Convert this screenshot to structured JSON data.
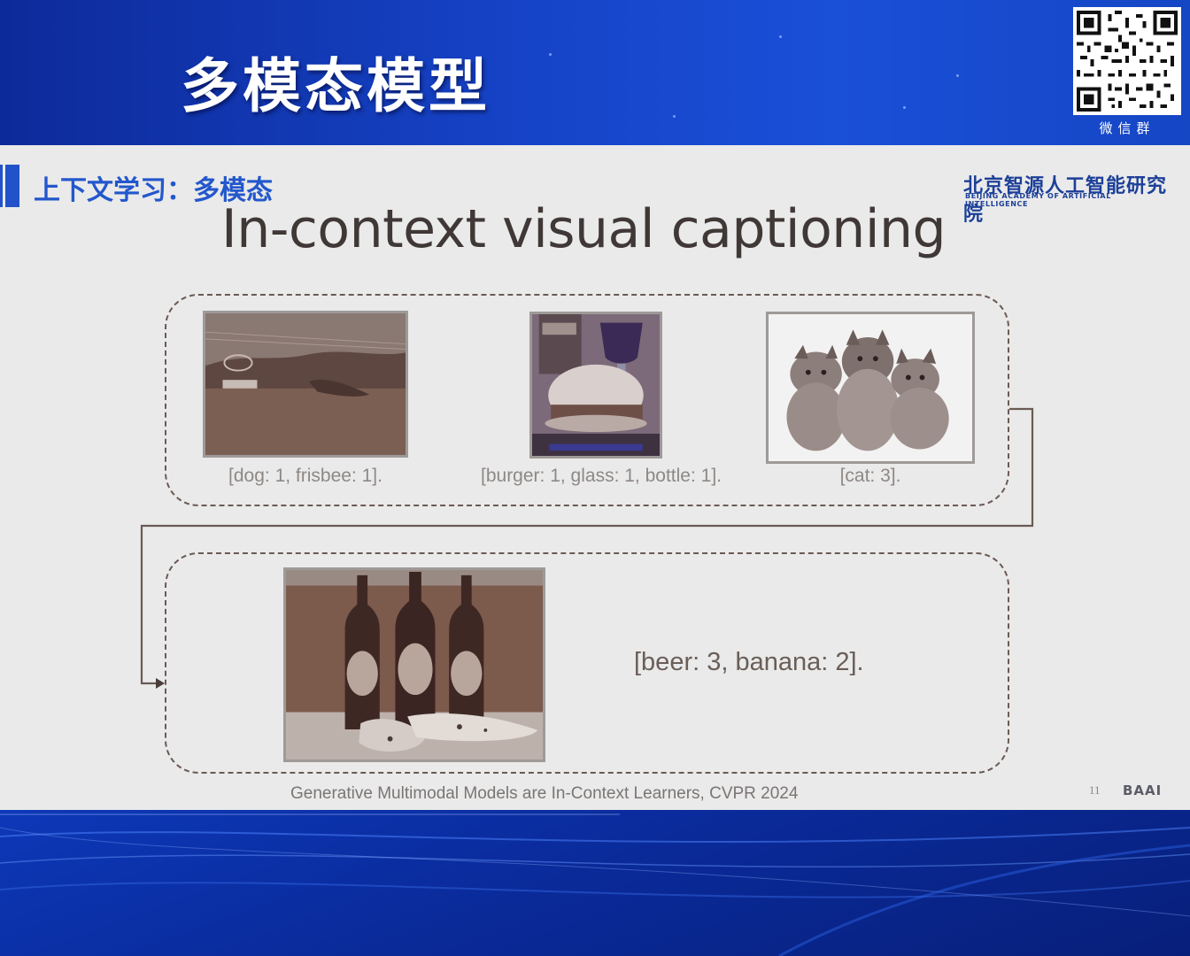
{
  "banner": {
    "title": "多模态模型",
    "qr_label": "微信群"
  },
  "slide": {
    "section_title": "上下文学习：多模态",
    "logo_cn": "北京智源人工智能研究院",
    "logo_en": "BEIJING ACADEMY OF ARTIFICIAL INTELLIGENCE",
    "main_title": "In-context visual captioning",
    "examples": [
      {
        "image": "dog-frisbee-photo",
        "caption": "[dog: 1, frisbee: 1]."
      },
      {
        "image": "burger-glass-bottle-photo",
        "caption": "[burger: 1, glass: 1, bottle: 1]."
      },
      {
        "image": "three-kittens-photo",
        "caption": "[cat: 3]."
      }
    ],
    "query": {
      "image": "beer-bottles-bananas-photo",
      "caption": "[beer: 3, banana: 2]."
    },
    "citation": "Generative Multimodal Models are In-Context Learners, CVPR 2024",
    "page_number": "11",
    "footer_logo": "BAAI"
  },
  "colors": {
    "banner_blue": "#1644c8",
    "accent_blue": "#2357cc",
    "slide_bg": "#eaeaea",
    "dashed_border": "#6a5a54"
  }
}
